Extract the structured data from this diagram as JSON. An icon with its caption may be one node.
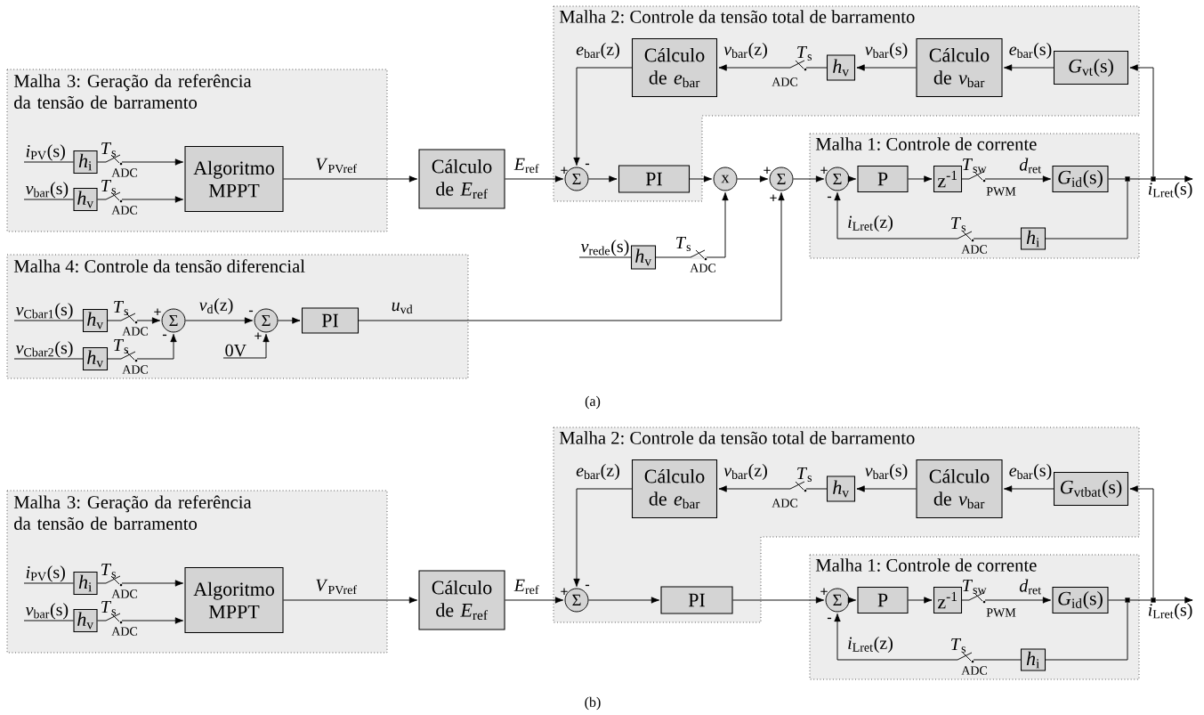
{
  "diagram": {
    "nodes": [
      {
        "text": [
          "Malha 3: Geração da referência da tensão de barramento"
        ]
      },
      {
        "text": [
          "*h*$_{i}$"
        ],
        "in": 0
      },
      {
        "text": [
          "*h*$_{v}$"
        ],
        "in": 0
      },
      {
        "text": [
          "Algoritmo MPPT"
        ],
        "in": 0
      },
      {
        "text": [
          "Cálculo de *E*$_{ref}$"
        ]
      },
      {
        "text": [
          "Malha 2: Controle da tensão total de barramento"
        ]
      },
      {
        "text": [
          "Cálculo de *e*$_{bar}$"
        ],
        "in": 5
      },
      {
        "text": [
          "*h*$_{v}$"
        ],
        "in": 5
      },
      {
        "text": [
          "Cálculo de *v*$_{bar}$"
        ],
        "in": 5
      },
      {
        "text": [
          "*G*$_{vt}$(s)"
        ],
        "in": 5
      },
      {
        "text": [
          "Σ"
        ],
        "in": 5
      },
      {
        "text": [
          "PI"
        ],
        "in": 5
      },
      {
        "text": [
          "x"
        ]
      },
      {
        "text": [
          "Σ"
        ]
      },
      {
        "text": [
          "Malha 1: Controle de corrente"
        ]
      },
      {
        "text": [
          "Σ"
        ],
        "in": 14
      },
      {
        "text": [
          "P"
        ],
        "in": 14
      },
      {
        "text": [
          "z$^{-1}$"
        ],
        "in": 14
      },
      {
        "text": [
          "*G*$_{id}$(s)"
        ],
        "in": 14
      },
      {
        "text": [
          "*h*$_{i}$"
        ],
        "in": 14
      },
      {
        "text": [],
        "shape": "dot",
        "in": 14
      },
      {
        "text": [],
        "shape": "dot"
      },
      {
        "text": [
          "*h*$_{v}$"
        ]
      },
      {
        "text": [
          "Malha 4: Controle da tensão diferencial"
        ]
      },
      {
        "text": [
          "*h*$_{v}$"
        ],
        "in": 23
      },
      {
        "text": [
          "*h*$_{v}$"
        ],
        "in": 23
      },
      {
        "text": [
          "Σ"
        ],
        "in": 23
      },
      {
        "text": [
          "Σ"
        ],
        "in": 23
      },
      {
        "text": [
          "PI"
        ],
        "in": 23
      },
      {
        "text": [
          "Malha 3: Geração da referência da tensão de barramento"
        ]
      },
      {
        "text": [
          "*h*$_{i}$"
        ],
        "in": 29
      },
      {
        "text": [
          "*h*$_{v}$"
        ],
        "in": 29
      },
      {
        "text": [
          "Algoritmo MPPT"
        ],
        "in": 29
      },
      {
        "text": [
          "Cálculo de *E*$_{ref}$"
        ]
      },
      {
        "text": [
          "Malha 2: Controle da tensão total de barramento"
        ]
      },
      {
        "text": [
          "Cálculo de *e*$_{bar}$"
        ],
        "in": 34
      },
      {
        "text": [
          "*h*$_{v}$"
        ],
        "in": 34
      },
      {
        "text": [
          "Cálculo de *v*$_{bar}$"
        ],
        "in": 34
      },
      {
        "text": [
          "*G*$_{vtbat}$(s)"
        ],
        "in": 34
      },
      {
        "text": [
          "Σ"
        ],
        "in": 34
      },
      {
        "text": [
          "PI"
        ],
        "in": 34
      },
      {
        "text": [
          "Malha 1: Controle de corrente"
        ]
      },
      {
        "text": [
          "Σ"
        ],
        "in": 41
      },
      {
        "text": [
          "P"
        ],
        "in": 41
      },
      {
        "text": [
          "z$^{-1}$"
        ],
        "in": 41
      },
      {
        "text": [
          "*G*$_{id}$(s)"
        ],
        "in": 41
      },
      {
        "text": [
          "*h*$_{i}$"
        ],
        "in": 41
      },
      {
        "text": [],
        "shape": "dot",
        "in": 41
      },
      {
        "text": [],
        "shape": "dot"
      },
      {
        "text": [
          "*i*$_{PV}$(s)"
        ],
        "in": 0
      },
      {
        "text": [
          "*v*$_{bar}$(s)"
        ],
        "in": 0
      },
      {
        "text": [
          "*i*$_{Lret}$(s)"
        ]
      },
      {
        "text": [
          "*v*$_{rede}$(s)"
        ]
      },
      {
        "text": [
          "*v*$_{Cbar1}$(s)"
        ],
        "in": 23
      },
      {
        "text": [
          "*v*$_{Cbar2}$(s)"
        ],
        "in": 23
      },
      {
        "text": [
          "0V"
        ],
        "in": 23
      },
      {
        "text": [
          "*i*$_{PV}$(s)"
        ],
        "in": 29
      },
      {
        "text": [
          "*v*$_{bar}$(s)"
        ],
        "in": 29
      },
      {
        "text": [
          "*i*$_{Lret}$(s)"
        ]
      }
    ],
    "edges": [
      {
        "from": 49,
        "to": 1,
        "arrow": "none"
      },
      {
        "from": 1,
        "to": 3,
        "arrow": "to"
      },
      {
        "from": 50,
        "to": 2,
        "arrow": "none"
      },
      {
        "from": 2,
        "to": 3,
        "arrow": "to"
      },
      {
        "from": 3,
        "to": 4,
        "arrow": "to"
      },
      {
        "from": 4,
        "to": 10,
        "arrow": "to"
      },
      {
        "from": 6,
        "to": 10,
        "arrow": "to"
      },
      {
        "from": 10,
        "to": 11,
        "arrow": "to"
      },
      {
        "from": 11,
        "to": 12,
        "arrow": "to"
      },
      {
        "from": 12,
        "to": 13,
        "arrow": "to"
      },
      {
        "from": 13,
        "to": 15,
        "arrow": "to"
      },
      {
        "from": 15,
        "to": 16,
        "arrow": "to"
      },
      {
        "from": 16,
        "to": 17,
        "arrow": "to"
      },
      {
        "from": 17,
        "to": 18,
        "arrow": "to"
      },
      {
        "from": 18,
        "to": 20,
        "arrow": "none"
      },
      {
        "from": 20,
        "to": 21,
        "arrow": "none"
      },
      {
        "from": 21,
        "to": 51,
        "arrow": "to"
      },
      {
        "from": 21,
        "to": 9,
        "arrow": "to"
      },
      {
        "from": 9,
        "to": 8,
        "arrow": "to"
      },
      {
        "from": 8,
        "to": 7,
        "arrow": "to"
      },
      {
        "from": 7,
        "to": 6,
        "arrow": "to"
      },
      {
        "from": 20,
        "to": 19,
        "arrow": "none"
      },
      {
        "from": 19,
        "to": 15,
        "arrow": "to"
      },
      {
        "from": 52,
        "to": 22,
        "arrow": "none"
      },
      {
        "from": 22,
        "to": 12,
        "arrow": "to"
      },
      {
        "from": 53,
        "to": 24,
        "arrow": "none"
      },
      {
        "from": 54,
        "to": 25,
        "arrow": "none"
      },
      {
        "from": 24,
        "to": 26,
        "arrow": "to"
      },
      {
        "from": 25,
        "to": 26,
        "arrow": "to"
      },
      {
        "from": 26,
        "to": 27,
        "arrow": "to"
      },
      {
        "from": 55,
        "to": 27,
        "arrow": "to"
      },
      {
        "from": 27,
        "to": 28,
        "arrow": "to"
      },
      {
        "from": 28,
        "to": 13,
        "arrow": "to"
      },
      {
        "from": 56,
        "to": 30,
        "arrow": "none"
      },
      {
        "from": 30,
        "to": 32,
        "arrow": "to"
      },
      {
        "from": 57,
        "to": 31,
        "arrow": "none"
      },
      {
        "from": 31,
        "to": 32,
        "arrow": "to"
      },
      {
        "from": 32,
        "to": 33,
        "arrow": "to"
      },
      {
        "from": 33,
        "to": 39,
        "arrow": "to"
      },
      {
        "from": 35,
        "to": 39,
        "arrow": "to"
      },
      {
        "from": 39,
        "to": 40,
        "arrow": "to"
      },
      {
        "from": 40,
        "to": 42,
        "arrow": "to"
      },
      {
        "from": 42,
        "to": 43,
        "arrow": "to"
      },
      {
        "from": 43,
        "to": 44,
        "arrow": "to"
      },
      {
        "from": 44,
        "to": 45,
        "arrow": "to"
      },
      {
        "from": 45,
        "to": 47,
        "arrow": "none"
      },
      {
        "from": 47,
        "to": 48,
        "arrow": "none"
      },
      {
        "from": 48,
        "to": 58,
        "arrow": "to"
      },
      {
        "from": 48,
        "to": 38,
        "arrow": "to"
      },
      {
        "from": 38,
        "to": 37,
        "arrow": "to"
      },
      {
        "from": 37,
        "to": 36,
        "arrow": "to"
      },
      {
        "from": 36,
        "to": 35,
        "arrow": "to"
      },
      {
        "from": 47,
        "to": 46,
        "arrow": "none"
      },
      {
        "from": 46,
        "to": 42,
        "arrow": "to"
      }
    ],
    "labels": [
      "*T*$_{s}$",
      "ADC",
      "*T*$_{s}$",
      "ADC",
      "*V*$_{PVref}$",
      "*E*$_{ref}$",
      "+",
      "-",
      "*e*$_{bar}$(z)",
      "*v*$_{bar}$(z)",
      "*T*$_{s}$",
      "ADC",
      "*v*$_{bar}$(s)",
      "*e*$_{bar}$(s)",
      "+",
      "+",
      "+",
      "-",
      "*T*$_{sw}$",
      "PWM",
      "*d*$_{ret}$",
      "*i*$_{Lret}$(z)",
      "*T*$_{s}$",
      "ADC",
      "*T*$_{s}$",
      "ADC",
      "*T*$_{s}$",
      "ADC",
      "+",
      "-",
      "*T*$_{s}$",
      "ADC",
      "*v*$_{d}$(z)",
      "-",
      "+",
      "*u*$_{vd}$",
      "(a)",
      "*T*$_{s}$",
      "ADC",
      "*T*$_{s}$",
      "ADC",
      "*V*$_{PVref}$",
      "*E*$_{ref}$",
      "+",
      "-",
      "*e*$_{bar}$(z)",
      "*v*$_{bar}$(z)",
      "*T*$_{s}$",
      "ADC",
      "*v*$_{bar}$(s)",
      "*e*$_{bar}$(s)",
      "+",
      "-",
      "*T*$_{sw}$",
      "PWM",
      "*d*$_{ret}$",
      "*i*$_{Lret}$(z)",
      "*T*$_{s}$",
      "ADC",
      "(b)"
    ]
  }
}
